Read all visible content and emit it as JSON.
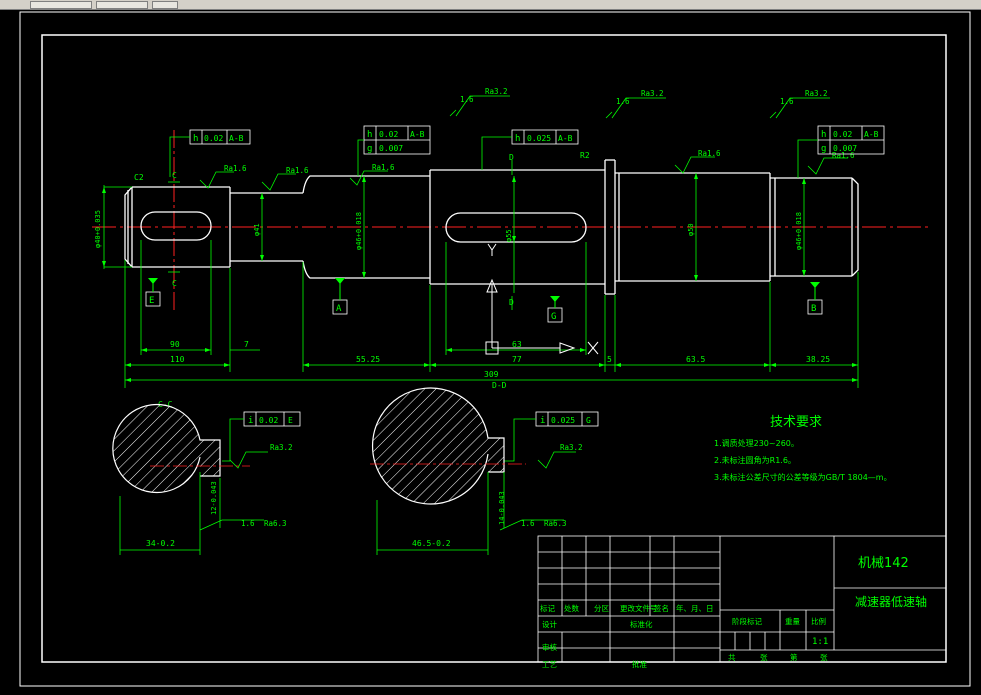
{
  "colors": {
    "background": "#000000",
    "geometry": "#ffffff",
    "dims": "#00ff00",
    "centerline": "#ff2020",
    "ucs": "#ffffff"
  },
  "drawing": {
    "surface_marks": [
      {
        "id": "ra16a",
        "text": "Ra1.6"
      },
      {
        "id": "ra16b",
        "text": "Ra1.6"
      },
      {
        "id": "ra16c",
        "text": "Ra1.6"
      },
      {
        "id": "ra32a",
        "text": "Ra3.2"
      },
      {
        "id": "ra32b",
        "text": "Ra3.2"
      },
      {
        "id": "ra32c",
        "text": "Ra3.2"
      },
      {
        "id": "ra16d",
        "text": "Ra1.6"
      },
      {
        "id": "ra16e",
        "text": "Ra1.6"
      },
      {
        "id": "ra32cc",
        "text": "Ra3.2"
      },
      {
        "id": "ra63cc",
        "text": "Ra6.3"
      },
      {
        "id": "ra32dd",
        "text": "Ra3.2"
      },
      {
        "id": "ra63dd",
        "text": "Ra6.3"
      }
    ],
    "finish_values": {
      "top1": "1.6",
      "top2": "1.6",
      "top3": "1.6",
      "cc": "1.6",
      "dd": "1.6"
    },
    "tolerance_frames": [
      {
        "id": "f1",
        "sym": "h",
        "val": "0.02",
        "ref": "A-B"
      },
      {
        "id": "f2a",
        "sym": "h",
        "val": "0.02",
        "ref": "A-B"
      },
      {
        "id": "f2b",
        "sym": "g",
        "val": "0.007",
        "ref": ""
      },
      {
        "id": "f3",
        "sym": "h",
        "val": "0.025",
        "ref": "A-B"
      },
      {
        "id": "f4a",
        "sym": "h",
        "val": "0.02",
        "ref": "A-B"
      },
      {
        "id": "f4b",
        "sym": "g",
        "val": "0.007",
        "ref": ""
      },
      {
        "id": "f5",
        "sym": "i",
        "val": "0.02",
        "ref": "E"
      },
      {
        "id": "f6",
        "sym": "i",
        "val": "0.025",
        "ref": "G"
      }
    ],
    "datums": {
      "e": "E",
      "a": "A",
      "g": "G",
      "b": "B"
    },
    "labels": {
      "c_top": "C",
      "c_bot": "C",
      "d_top": "D",
      "d_bot": "D",
      "c2": "C2",
      "r2": "R2",
      "section_cc": "C-C",
      "section_dd": "D-D",
      "x_axis": "X",
      "y_axis": "Y"
    },
    "dimensions": {
      "d90": "90",
      "d110": "110",
      "d7": "7",
      "d5525": "55.25",
      "d63": "63",
      "d77": "77",
      "d5": "5",
      "d635": "63.5",
      "d3825": "38.25",
      "d309": "309",
      "d34": "34-0.2",
      "d465": "46.5-0.2",
      "d12": "12-0.043",
      "d14": "14-0.043",
      "phi_left": "φ40+0.035",
      "phi_41": "φ41",
      "phi_mid": "φ46+0.018",
      "phi_key": "φ55",
      "phi_50": "φ50",
      "phi_right": "φ46+0.018"
    }
  },
  "notes": {
    "title": "技术要求",
    "items": [
      "1.调质处理230~260。",
      "2.未标注圆角为R1.6。",
      "3.未标注公差尺寸的公差等级为GB/T 1804—m。"
    ]
  },
  "title_block": {
    "school": "机械142",
    "part_name": "减速器低速轴",
    "scale_value": "1:1",
    "headers": [
      "标记",
      "处数",
      "分区",
      "更改文件号",
      "签名",
      "年、月、日"
    ],
    "roles": {
      "design": "设计",
      "standard": "标准化",
      "review": "审核",
      "process": "工艺",
      "approve": "批准"
    },
    "stage": "阶段标记",
    "weight": "重量",
    "scale": "比例",
    "sheets": [
      "共",
      "张",
      "第",
      "张"
    ]
  }
}
